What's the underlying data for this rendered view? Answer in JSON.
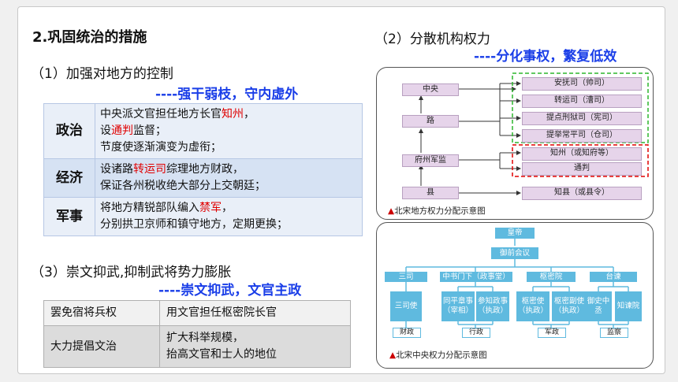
{
  "heading": "2.巩固统治的措施",
  "section1": {
    "title": "（1）加强对地方的控制",
    "motto": "强干弱枝，守内虚外",
    "rows": [
      {
        "label": "政治",
        "lines": [
          [
            "中央派文官担任地方长官",
            "知州",
            "，"
          ],
          [
            "设",
            "通判",
            "监督；"
          ],
          [
            "节度使逐渐演变为虚衔；",
            "",
            ""
          ]
        ]
      },
      {
        "label": "经济",
        "lines": [
          [
            "设诸路",
            "转运司",
            "综理地方财政，"
          ],
          [
            "保证各州税收绝大部分上交朝廷；",
            "",
            ""
          ]
        ]
      },
      {
        "label": "军事",
        "lines": [
          [
            "将地方精锐部队编入",
            "禁军",
            "，"
          ],
          [
            "分别拱卫京师和镇守地方，定期更换；",
            "",
            ""
          ]
        ]
      }
    ]
  },
  "section3": {
    "title": "（3）崇文抑武,抑制武将势力膨胀",
    "motto": "崇文抑武，文官主政",
    "rows": [
      {
        "left": "罢免宿将兵权",
        "right": [
          "用文官担任枢密院长官"
        ]
      },
      {
        "left": "大力提倡文治",
        "right": [
          "扩大科举规模，",
          "抬高文官和士人的地位"
        ]
      }
    ]
  },
  "section2": {
    "title": "（2）分散机构权力",
    "motto": "分化事权，繁复低效",
    "separator": "----"
  },
  "local_diagram": {
    "caption": "北宋地方权力分配示意图",
    "levels": [
      "中央",
      "路",
      "府州军监",
      "县"
    ],
    "lu_offices": [
      "安抚司（帅司）",
      "转运司（漕司）",
      "提点刑狱司（宪司）",
      "提举常平司（仓司）"
    ],
    "zhou_offices": [
      "知州（或知府等）",
      "通判"
    ],
    "county_office": "知县（或县令）",
    "colors": {
      "box": "#e6d4ea",
      "green": "#2db52d",
      "red": "#e00000"
    }
  },
  "central_diagram": {
    "caption": "北宋中央权力分配示意图",
    "top": "皇帝",
    "council": "御前会议",
    "branches": [
      "三司",
      "中书门下（政事堂）",
      "枢密院",
      "台谏"
    ],
    "sub": [
      "三司使",
      "同平章事（宰相）",
      "参知政事（执政）",
      "枢密使（执政）",
      "枢密副使（执政）",
      "御史中丞",
      "知谏院"
    ],
    "powers": [
      "财政",
      "行政",
      "军政",
      "监察"
    ],
    "colors": {
      "box": "#5fbadf"
    }
  }
}
